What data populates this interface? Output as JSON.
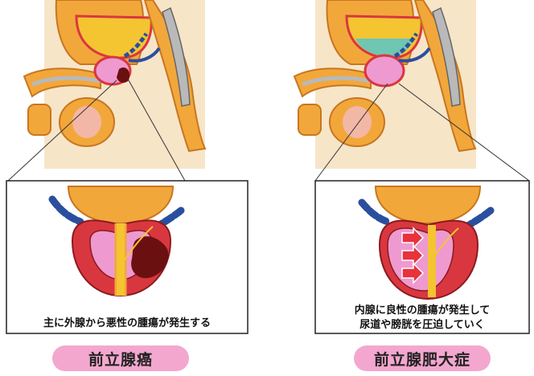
{
  "left": {
    "caption": "主に外腺から悪性の腫瘍が発生する",
    "title": "前立腺癌"
  },
  "right": {
    "caption_line1": "内腺に良性の腫瘍が発生して",
    "caption_line2": "尿道や膀胱を圧迫していく",
    "title": "前立腺肥大症"
  },
  "colors": {
    "skin": "#f7e5c8",
    "body_orange": "#f2a73b",
    "bladder_yellow": "#f4c431",
    "prostate_red": "#d9373f",
    "inner_pink": "#ee9ad0",
    "tumor_dark": "#6b1010",
    "nerve_blue": "#2a4f9e",
    "label_pink": "#f3a7cf",
    "arrow_red": "#e8323c"
  }
}
